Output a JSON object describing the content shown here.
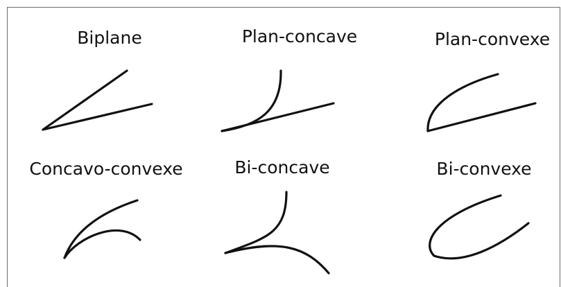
{
  "stroke_color": "#111111",
  "frame_color": "#6b6b6b",
  "shapes": [
    {
      "label": "Biplane",
      "icon": "biplane-lens-shape"
    },
    {
      "label": "Plan-concave",
      "icon": "plano-concave-lens-shape"
    },
    {
      "label": "Plan-convexe",
      "icon": "plano-convex-lens-shape"
    },
    {
      "label": "Concavo-convexe",
      "icon": "concavo-convex-lens-shape"
    },
    {
      "label": "Bi-concave",
      "icon": "bi-concave-lens-shape"
    },
    {
      "label": "Bi-convexe",
      "icon": "bi-convex-lens-shape"
    }
  ]
}
